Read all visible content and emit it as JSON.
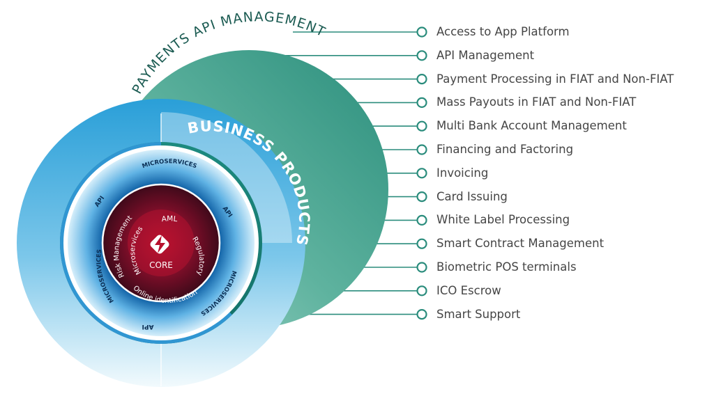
{
  "colors": {
    "teal": "#3a9c8a",
    "teal_dark": "#1f8478",
    "blue_outer": "#2fa3d6",
    "blue_inner": "#1a73ad",
    "core_red": "#b8102e",
    "core_dark": "#4a0b1c",
    "text": "#454545",
    "white": "#ffffff"
  },
  "diagram": {
    "outer_ring_label": "PAYMENTS API MANAGEMENT",
    "middle_ring_label": "BUSINESS PRODUCTS",
    "micro_ring": {
      "top": "MICROSERVICES",
      "left": "MICROSERVICES",
      "right": "MICROSERVICES",
      "api_upper_left": "API",
      "api_upper_right": "API",
      "api_bottom": "API"
    },
    "core_ring": {
      "top": "AML",
      "left_outer": "Risk Management",
      "left_inner": "Microservices",
      "right": "Regulatory",
      "bottom_outer": "Online identification",
      "core_label": "CORE",
      "core_icon": "lightning-logo-icon"
    }
  },
  "services": [
    "Access to App Platform",
    "API Management",
    "Payment Processing in FIAT and Non-FIAT",
    "Mass Payouts in FIAT and Non-FIAT",
    "Multi Bank Account Management",
    "Financing and Factoring",
    "Invoicing",
    "Card Issuing",
    "White Label Processing",
    "Smart Contract Management",
    "Biometric POS terminals",
    "ICO Escrow",
    "Smart Support"
  ]
}
